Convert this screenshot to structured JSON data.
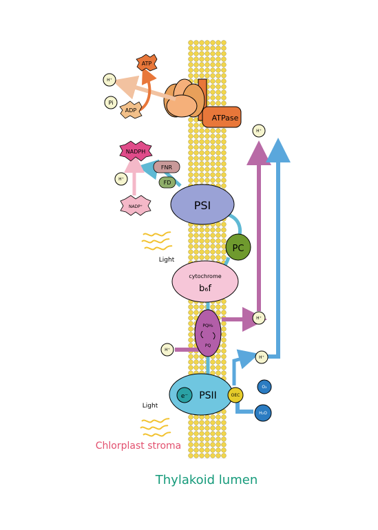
{
  "labels": {
    "atp": "ATP",
    "adp": "ADP",
    "pi": "Pi",
    "atpase": "ATPase",
    "nadph": "NADPH",
    "nadp": "NADP⁺",
    "fnr": "FNR",
    "fd": "FD",
    "psi": "PSI",
    "pc": "PC",
    "light": "Light",
    "cytochrome": "cytochrome",
    "b6f": "b₆f",
    "pqh2": "PQH₂",
    "pq": "PQ",
    "psii": "PSII",
    "electron": "e⁻",
    "oec": "OEC",
    "o2": "O₂",
    "h2o": "H₂O",
    "hplus": "H⁺",
    "stroma": "Chlorplast stroma",
    "lumen": "Thylakoid lumen"
  },
  "colors": {
    "membrane_yellow": "#f2d64b",
    "atpase_orange": "#e8773a",
    "atpase_light": "#f5b07a",
    "psi_blue": "#9aa2d6",
    "pc_green": "#6f9a2e",
    "cytochrome_pink": "#f6c6d8",
    "pq_purple": "#b25ea8",
    "psii_blue": "#6fc6e0",
    "oec_yellow": "#e6cc2a",
    "water_blue": "#2b7cc2",
    "hplus_fill": "#f6f5cf",
    "nadph_pink": "#e04c8a",
    "nadp_pink": "#f4b8c8",
    "fnr_rose": "#c99a9a",
    "fd_green": "#8fae6a",
    "arrow_purple": "#b86aa6",
    "arrow_blue": "#5aa7dc",
    "arrow_orange": "#e8773a",
    "arrow_peach": "#f2c2a0",
    "stroma_text": "#e2506e",
    "lumen_text": "#159a7a"
  }
}
